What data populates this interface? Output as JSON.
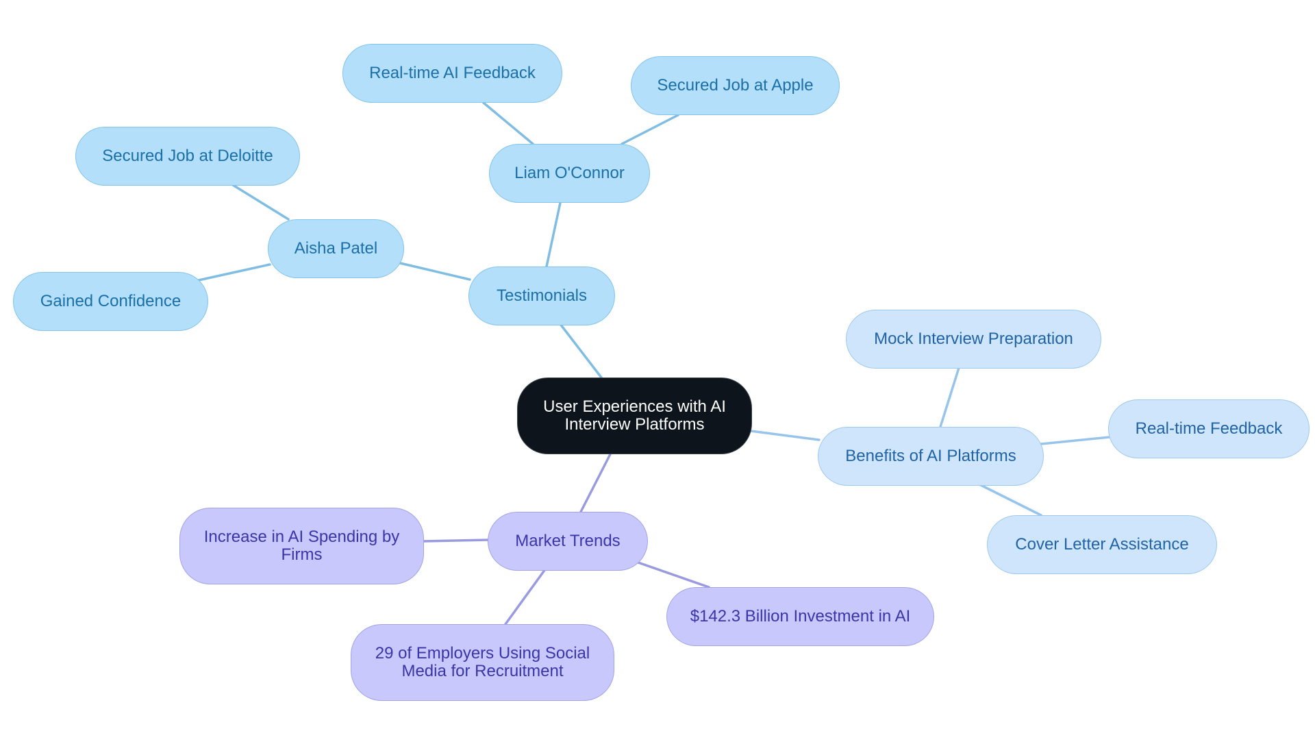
{
  "diagram": {
    "type": "mind-map",
    "colors": {
      "root_fill": "#0d141b",
      "root_text": "#ffffff",
      "testimonials_fill": "#b3dffb",
      "testimonials_text": "#1a6fa8",
      "testimonials_edge": "#7fbde3",
      "benefits_fill": "#cfe5fb",
      "benefits_text": "#1f63a7",
      "benefits_edge": "#98c3ea",
      "market_fill": "#c8c8fc",
      "market_text": "#3a35a9",
      "market_edge": "#9a9ae0"
    },
    "root": "User Experiences with AI Interview Platforms",
    "branches": {
      "testimonials": {
        "label": "Testimonials",
        "aisha": {
          "label": "Aisha Patel",
          "children": [
            "Secured Job at Deloitte",
            "Gained Confidence"
          ]
        },
        "liam": {
          "label": "Liam O'Connor",
          "children": [
            "Real-time AI Feedback",
            "Secured Job at Apple"
          ]
        }
      },
      "benefits": {
        "label": "Benefits of AI Platforms",
        "children": [
          "Mock Interview Preparation",
          "Real-time Feedback",
          "Cover Letter Assistance"
        ]
      },
      "market": {
        "label": "Market Trends",
        "children": [
          "Increase in AI Spending by Firms",
          "$142.3 Billion Investment in AI",
          "29 of Employers Using Social Media for Recruitment"
        ]
      }
    }
  }
}
